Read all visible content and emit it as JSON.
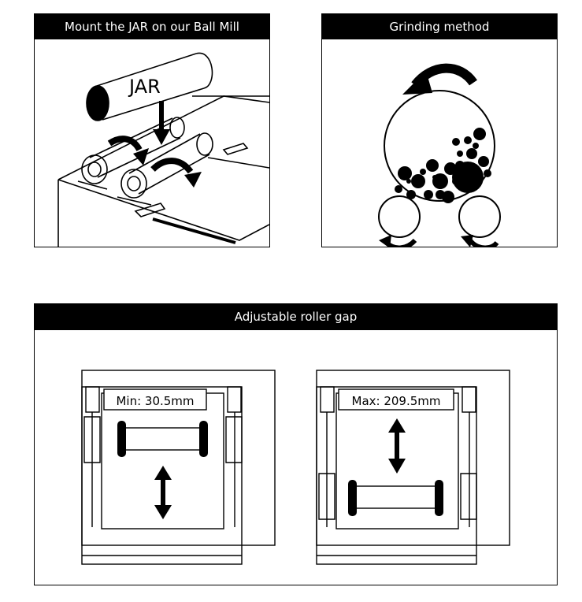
{
  "panels": {
    "mount": {
      "title": "Mount the JAR on our Ball Mill",
      "jar_label": "JAR"
    },
    "grinding": {
      "title": "Grinding method"
    },
    "gap": {
      "title": "Adjustable roller gap",
      "min_label": "Min: 30.5mm",
      "max_label": "Max: 209.5mm"
    }
  },
  "colors": {
    "ink": "#000000",
    "paper": "#ffffff"
  },
  "icons": [
    "rotation-arrow-icon",
    "up-down-arrow-icon"
  ]
}
